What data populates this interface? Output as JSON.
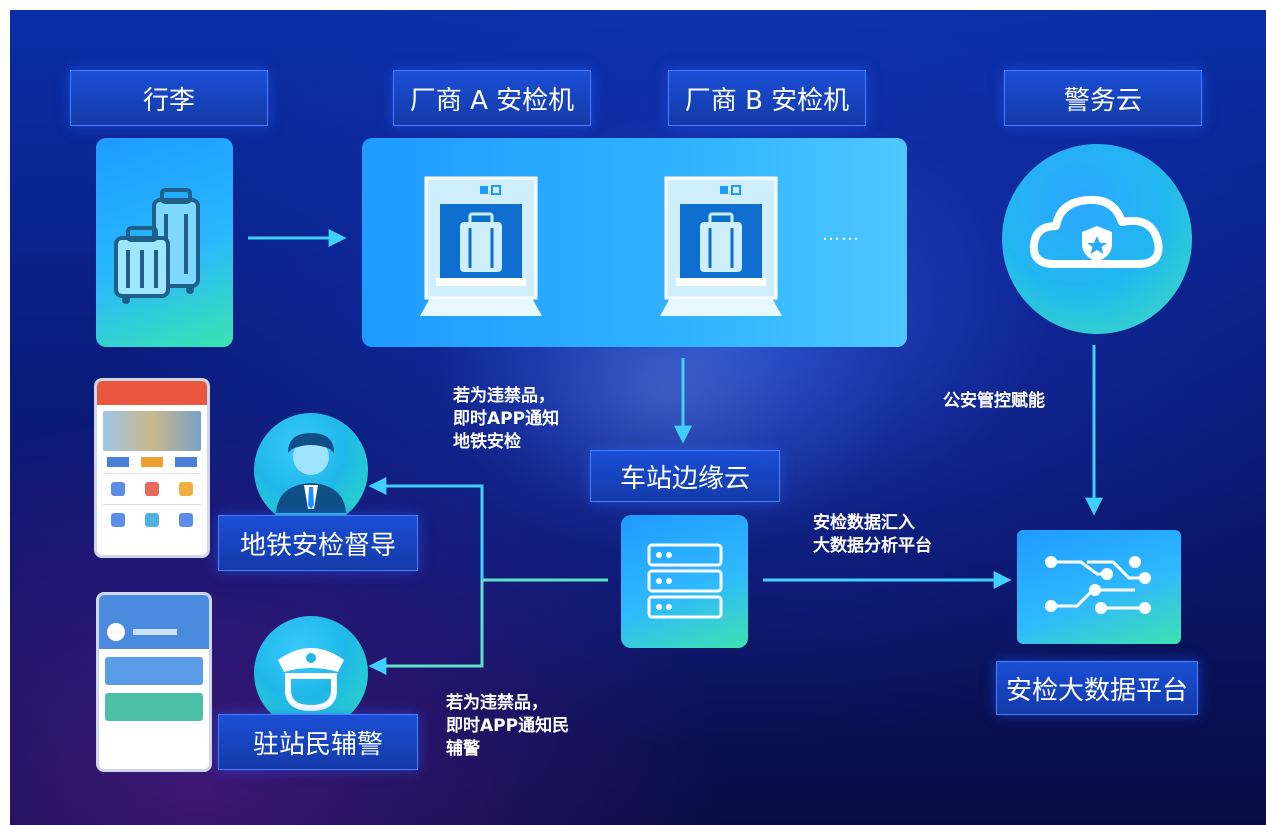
{
  "nodes": {
    "luggage": "行李",
    "vendor_a": "厂商 A 安检机",
    "vendor_b": "厂商 B 安检机",
    "police_cloud": "警务云",
    "station_edge": "车站边缘云",
    "supervisor": "地铁安检督导",
    "station_police": "驻站民辅警",
    "bigdata_platform": "安检大数据平台"
  },
  "machines": {
    "ellipsis": "……"
  },
  "annotations": {
    "notify_subway": "若为违禁品，\n即时APP通知\n地铁安检",
    "police_empower": "公安管控赋能",
    "data_import": "安检数据汇入\n大数据分析平台",
    "notify_police": "若为违禁品，\n即时APP通知民\n辅警"
  },
  "colors": {
    "background": "#0a1f85",
    "label_bg": "#1a4fd6",
    "card_gradient_start": "#1e9bff",
    "card_gradient_end": "#3ce3b0",
    "arrow": "#3fd0ff"
  },
  "icons": {
    "luggage": "suitcase-icon",
    "machine": "xray-scanner-icon",
    "cloud": "cloud-shield-icon",
    "server": "server-rack-icon",
    "network": "data-network-icon",
    "supervisor": "officer-avatar-icon",
    "police": "police-cap-icon"
  }
}
